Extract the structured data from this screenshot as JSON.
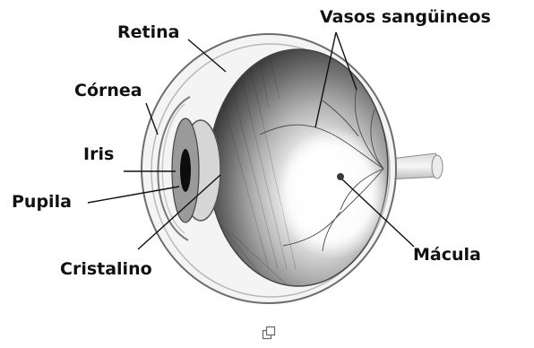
{
  "labels": {
    "retina": "Retina",
    "vasos": "Vasos sangüineos",
    "cornea": "Córnea",
    "iris": "Iris",
    "pupila": "Pupila",
    "cristalino": "Cristalino",
    "macula": "Mácula"
  },
  "icons": {
    "expand": "expand-icon"
  },
  "colors": {
    "ink": "#111111",
    "background": "#ffffff"
  }
}
